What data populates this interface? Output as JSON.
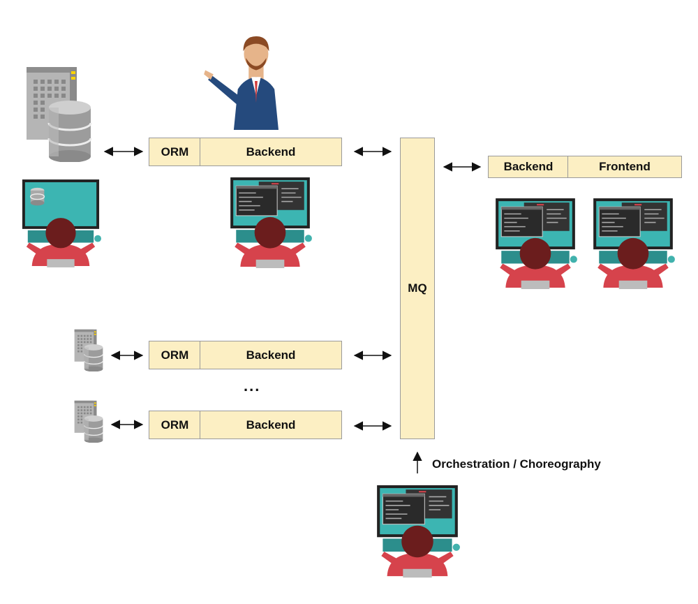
{
  "tier1": {
    "orm": "ORM",
    "backend": "Backend"
  },
  "tier2": {
    "orm": "ORM",
    "backend": "Backend"
  },
  "ellipsis": "...",
  "tier3": {
    "orm": "ORM",
    "backend": "Backend"
  },
  "mq": {
    "label": "MQ"
  },
  "client": {
    "backend": "Backend",
    "frontend": "Frontend"
  },
  "orchestration": {
    "label": "Orchestration / Choreography"
  },
  "icons": {
    "server": "server-database-icon",
    "developer": "developer-at-computer-icon",
    "presenter": "presenter-person-icon"
  },
  "colors": {
    "box_fill": "#fcefc3",
    "box_border": "#9a9a9a",
    "monitor_teal": "#3cb5b2",
    "shirt_red": "#d6434c",
    "suit_blue": "#254a7d"
  }
}
